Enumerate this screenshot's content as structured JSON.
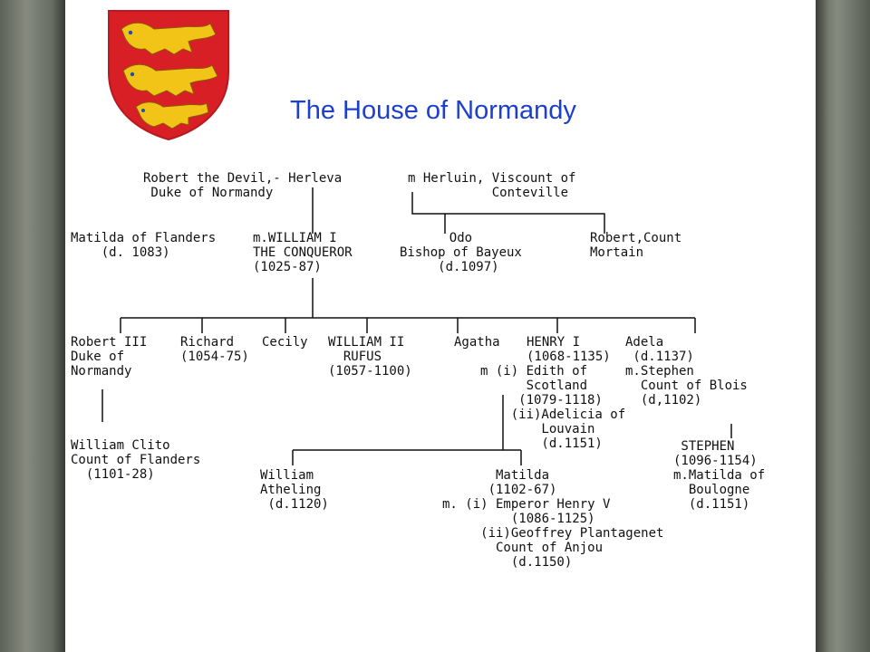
{
  "title": "The House of Normandy",
  "colors": {
    "title": "#1c3fd0",
    "crest_field": "#d81f26",
    "crest_lion": "#f2c417",
    "frame": "#6f7468"
  },
  "crest": {
    "icon": "three-lions-shield-icon"
  },
  "people": {
    "robert_devil": "Robert the Devil,- Herleva\n Duke of Normandy",
    "herluin": "m Herluin, Viscount of\n           Conteville",
    "matilda_flanders": "Matilda of Flanders\n    (d. 1083)",
    "william_i": "m.WILLIAM I\nTHE CONQUEROR\n(1025-87)",
    "odo": "Odo\nBishop of Bayeux\n  (d.1097)",
    "robert_mortain": "Robert,Count\nMortain",
    "robert_iii": "Robert III\nDuke of\nNormandy",
    "richard": "Richard\n(1054-75)",
    "cecily": "Cecily",
    "william_ii": "WILLIAM II\n  RUFUS\n(1057-1100)",
    "agatha": "Agatha",
    "henry_i": "HENRY I\n(1068-1135)",
    "henry_wives": "m (i) Edith of\n      Scotland\n     (1079-1118)\n    (ii)Adelicia of\n        Louvain\n        (d.1151)",
    "adela": "Adela\n (d.1137)\nm.Stephen\n  Count of Blois\n  (d,1102)",
    "william_clito": "William Clito\nCount of Flanders\n  (1101-28)",
    "william_atheling": "William\nAtheling\n (d.1120)",
    "matilda_empress": "       Matilda\n      (1102-67)\nm. (i) Emperor Henry V\n         (1086-1125)\n     (ii)Geoffrey Plantagenet\n       Count of Anjou\n         (d.1150)",
    "stephen": " STEPHEN\n(1096-1154)\nm.Matilda of\n  Boulogne\n  (d.1151)"
  }
}
